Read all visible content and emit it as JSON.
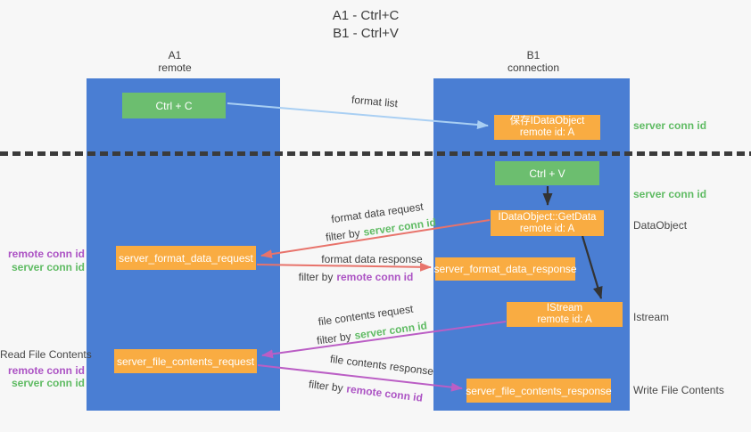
{
  "title": {
    "line1": "A1 - Ctrl+C",
    "line2": "B1 - Ctrl+V"
  },
  "lifelines": {
    "a": {
      "id": "A1",
      "label": "remote"
    },
    "b": {
      "id": "B1",
      "label": "connection"
    }
  },
  "boxes": {
    "ctrl_c": "Ctrl + C",
    "ctrl_v": "Ctrl + V",
    "save_dataobject": {
      "line1": "保存IDataObject",
      "line2": "remote id: A"
    },
    "getdata": {
      "line1": "IDataObject::GetData",
      "line2": "remote id: A"
    },
    "istream": {
      "line1": "IStream",
      "line2": "remote id: A"
    },
    "format_request": "server_format_data_request",
    "format_response": "server_format_data_response",
    "file_request": "server_file_contents_request",
    "file_response": "server_file_contents_response"
  },
  "arrow_labels": {
    "format_list": "format list",
    "format_data_request": "format data request",
    "format_data_response": "format data response",
    "file_contents_request": "file contents request",
    "file_contents_response": "file contents response",
    "filter_by": "filter by",
    "server_conn_id": "server conn id",
    "remote_conn_id": "remote conn id"
  },
  "side_labels": {
    "left": {
      "remote_conn_id": "remote conn id",
      "server_conn_id": "server conn id",
      "read_file_contents": "Read File Contents"
    },
    "right": {
      "server_conn_id": "server conn id",
      "dataobject": "DataObject",
      "istream": "Istream",
      "write_file_contents": "Write File Contents"
    }
  },
  "colors": {
    "lifeline_blue": "#4a7ed3",
    "box_green": "#6cbe6f",
    "box_orange": "#f9ac42",
    "arrow_blue": "#a9cff3",
    "arrow_red": "#e8736b",
    "arrow_purple": "#bb5ec5",
    "arrow_black": "#333333",
    "text_green": "#5fbb63",
    "text_purple": "#ac53c4"
  }
}
